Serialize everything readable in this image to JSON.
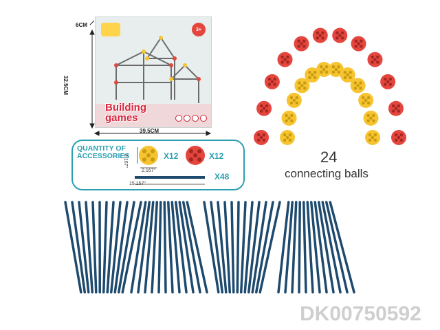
{
  "box": {
    "height_label": "6CM",
    "depth_label": "32.5CM",
    "width_label": "39.5CM",
    "title_line1": "Building",
    "title_line2": "games",
    "age": "3+"
  },
  "accessories": {
    "title_line1": "QUANTITY OF",
    "title_line2": "ACCESSORIES",
    "yellow_ball_qty": "X12",
    "red_ball_qty": "X12",
    "stick_qty": "X48",
    "ball_height": "2.167\"",
    "ball_width": "2.167\"",
    "stick_length": "15.157\""
  },
  "connecting": {
    "count": "24",
    "label": "connecting balls"
  },
  "watermark": "DK00750592",
  "colors": {
    "teal": "#2a9fb0",
    "ball_red": "#e4463e",
    "ball_yellow": "#f6c431",
    "stick_blue": "#1e4a6e"
  }
}
